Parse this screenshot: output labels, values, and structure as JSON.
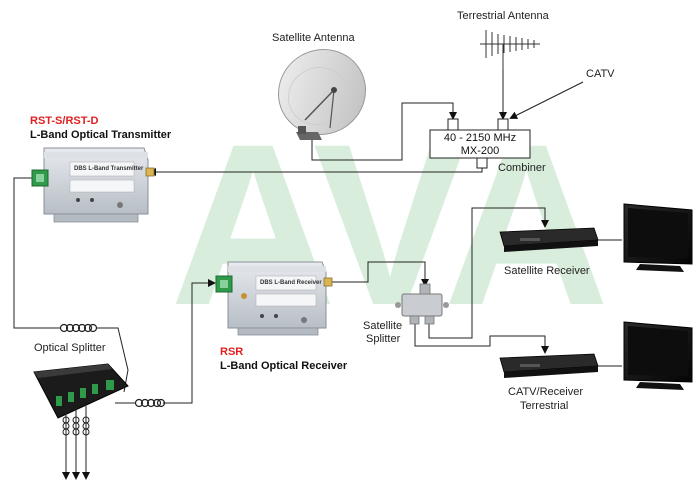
{
  "watermark": "AVA",
  "labels": {
    "terrestrial_antenna": "Terrestrial Antenna",
    "satellite_antenna": "Satellite Antenna",
    "catv": "CATV",
    "combiner_freq": "40 - 2150 MHz",
    "combiner_model": "MX-200",
    "combiner": "Combiner",
    "transmitter_model": "RST-S/RST-D",
    "transmitter_name": "L-Band Optical Transmitter",
    "receiver_model": "RSR",
    "receiver_name": "L-Band Optical Receiver",
    "optical_splitter": "Optical Splitter",
    "satellite_splitter_1": "Satellite",
    "satellite_splitter_2": "Splitter",
    "satellite_receiver": "Satellite Receiver",
    "catv_receiver_1": "CATV/Receiver",
    "catv_receiver_2": "Terrestrial"
  },
  "devices": {
    "transmitter_label": "DBS L-Band Transmitter",
    "receiver_label": "DBS L-Band Receiver"
  },
  "colors": {
    "accent_red": "#e02020",
    "watermark_green": "#cfe9d3",
    "connector_green": "#2e9a4a"
  }
}
